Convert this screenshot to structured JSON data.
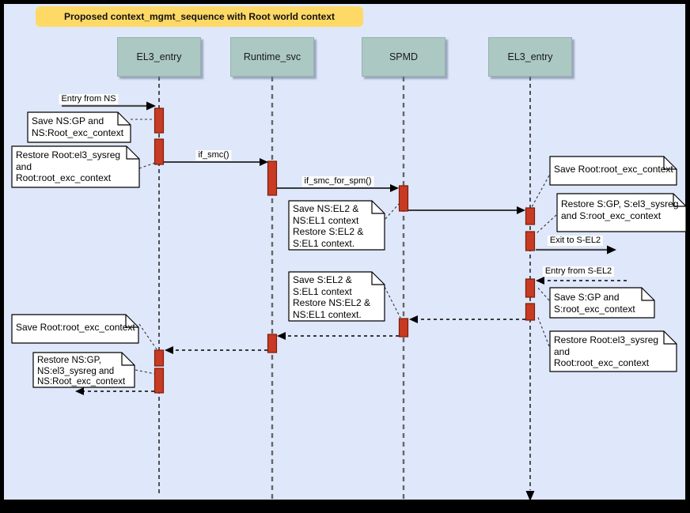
{
  "title": "Proposed context_mgmt_sequence with Root world context",
  "lifelines": [
    {
      "label": "EL3_entry"
    },
    {
      "label": "Runtime_svc"
    },
    {
      "label": "SPMD"
    },
    {
      "label": "EL3_entry"
    }
  ],
  "messages": {
    "entry_from_ns": "Entry from NS",
    "if_smc": "if_smc()",
    "if_smc_for_spm": "if_smc_for_spm()",
    "exit_to_sel2": "Exit to S-EL2",
    "entry_from_sel2": "Entry from S-EL2"
  },
  "notes": [
    {
      "text": "Save NS:GP and\nNS:Root_exc_context"
    },
    {
      "text": "Restore Root:el3_sysreg\nand\nRoot:root_exc_context"
    },
    {
      "text": "Save NS:EL2 &\nNS:EL1 context\nRestore S:EL2 &\nS:EL1 context."
    },
    {
      "text": "Save Root:root_exc_context"
    },
    {
      "text": "Restore S:GP, S:el3_sysreg\nand S:root_exc_context"
    },
    {
      "text": "Save S:GP and\nS:root_exc_context"
    },
    {
      "text": "Restore Root:el3_sysreg\nand\nRoot:root_exc_context"
    },
    {
      "text": "Save S:EL2 &\nS:EL1 context\nRestore NS:EL2 &\nNS:EL1 context."
    },
    {
      "text": "Save Root:root_exc_context"
    },
    {
      "text": "Restore NS:GP,\nNS:el3_sysreg and\nNS:Root_exc_context"
    }
  ],
  "colors": {
    "background": "#dfe7fa",
    "frame": "#000000",
    "title_bg": "#ffd966",
    "lifeline_header_bg": "#abc8c2",
    "activation_fill": "#c73b24",
    "activation_stroke": "#7f1a06",
    "note_bg": "#ffffff"
  }
}
